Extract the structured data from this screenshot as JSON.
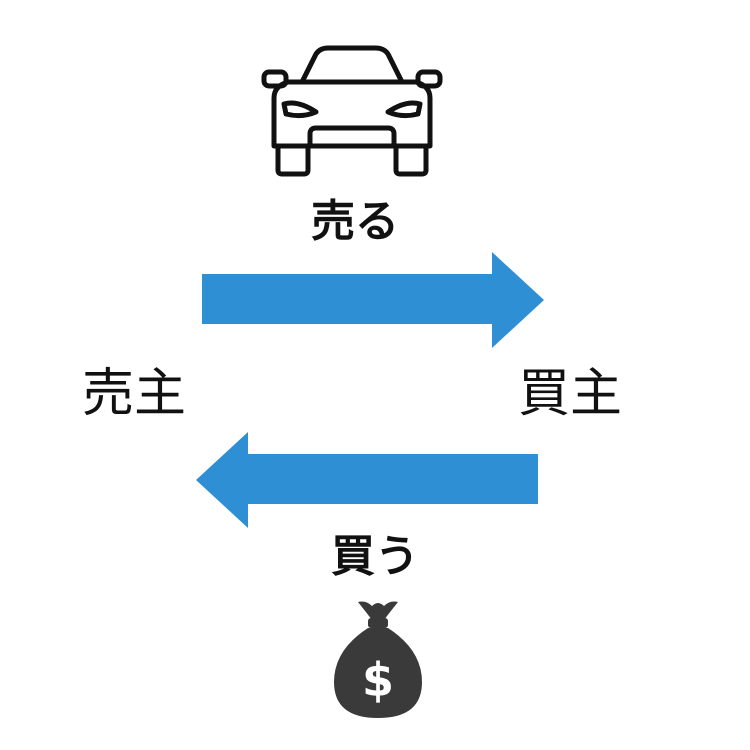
{
  "labels": {
    "sell_action": "売る",
    "buy_action": "買う",
    "seller": "売主",
    "buyer": "買主"
  },
  "icons": {
    "top": "car-icon",
    "bottom": "money-bag-icon",
    "bottom_symbol": "$"
  },
  "colors": {
    "arrow": "#2f8fd4",
    "icon_dark": "#3a3a3a",
    "text": "#111111"
  }
}
